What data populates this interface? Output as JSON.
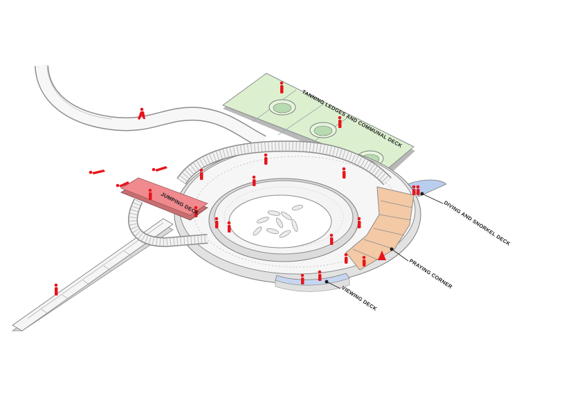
{
  "labels": {
    "tanning": "TANNING LEDGES AND COMMUNAL DECK",
    "jumping": "JUMPING DECK",
    "diving": "DIVING AND SNORKEL DECK",
    "praying": "PRAYING CORNER",
    "viewing": "VIEWING DECK"
  },
  "colors": {
    "figure": "#e8141b",
    "communal_deck": "#dcf0cf",
    "jumping_deck": "#f08a8e",
    "diving_deck": "#b9cdee",
    "praying_corner": "#f3c9a6",
    "viewing_deck": "#c7d6f0",
    "structure": "#f4f4f4",
    "outline": "#7a7a7a"
  }
}
